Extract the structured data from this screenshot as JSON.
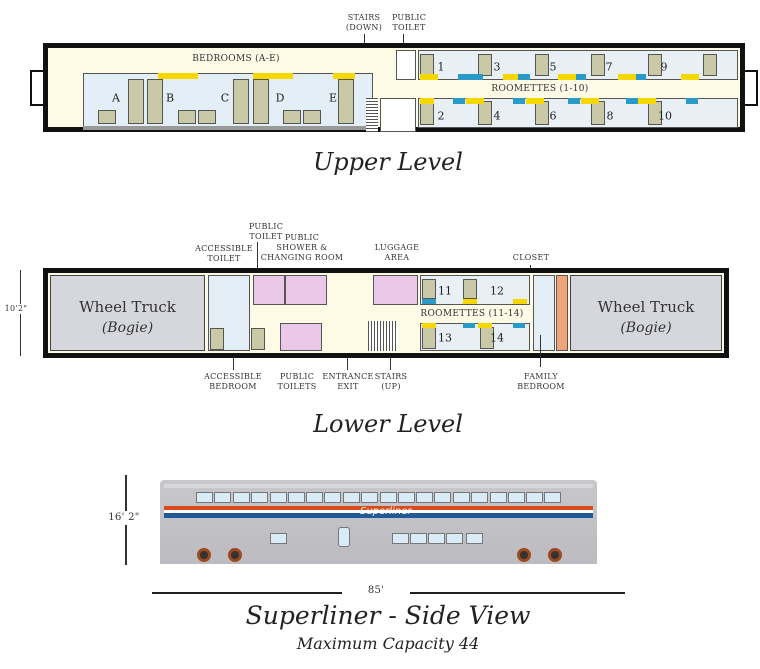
{
  "upper": {
    "title": "Upper Level",
    "stairs_down": [
      "STAIRS",
      "(DOWN)"
    ],
    "public_toilet": [
      "PUBLIC",
      "TOILET"
    ],
    "bedrooms_label": "BEDROOMS (A-E)",
    "roomettes_label": "ROOMETTES (1-10)",
    "bedrooms": [
      "A",
      "B",
      "C",
      "D",
      "E"
    ],
    "roomettes_top": [
      "1",
      "3",
      "5",
      "7",
      "9"
    ],
    "roomettes_bottom": [
      "2",
      "4",
      "6",
      "8",
      "10"
    ]
  },
  "lower": {
    "title": "Lower Level",
    "height_dim": "10'2\"",
    "wheel_truck": "Wheel Truck",
    "bogie": "(Bogie)",
    "accessible_toilet": [
      "ACCESSIBLE",
      "TOILET"
    ],
    "public_toilet": [
      "PUBLIC",
      "TOILET"
    ],
    "public_shower": [
      "PUBLIC",
      "SHOWER &",
      "CHANGING ROOM"
    ],
    "luggage_area": [
      "LUGGAGE",
      "AREA"
    ],
    "closet": "CLOSET",
    "accessible_bedroom": [
      "ACCESSIBLE",
      "BEDROOM"
    ],
    "public_toilets": [
      "PUBLIC",
      "TOILETS"
    ],
    "entrance_exit": [
      "ENTRANCE",
      "EXIT"
    ],
    "stairs_up": [
      "STAIRS",
      "(UP)"
    ],
    "family_bedroom": [
      "FAMILY",
      "BEDROOM"
    ],
    "roomettes_label": "ROOMETTES (11-14)",
    "roomettes": [
      "11",
      "12",
      "13",
      "14"
    ]
  },
  "side": {
    "title": "Superliner - Side View",
    "subtitle": "Maximum Capacity 44",
    "height_dim": "16' 2\"",
    "length_dim": "85'",
    "logo_text": "Superliner"
  },
  "colors": {
    "yellow": "#f4d800",
    "blue": "#2a9ac8",
    "pink": "#ecc8e8",
    "stripe_red": "#d84a1b",
    "stripe_blue": "#1f5a96"
  }
}
